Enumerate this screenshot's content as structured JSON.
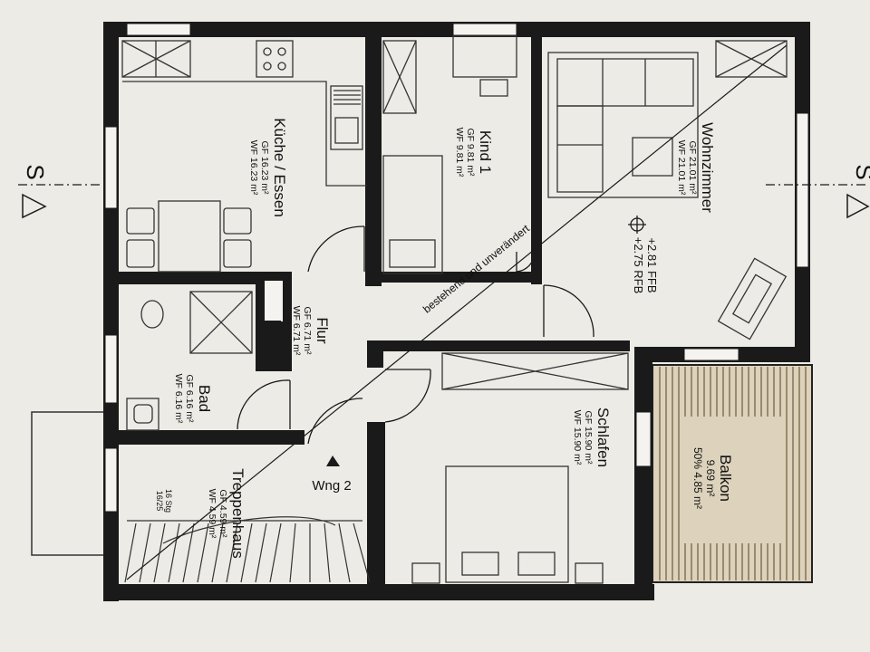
{
  "section_marker_left": "S",
  "section_marker_right": "S",
  "rooms": [
    {
      "name": "Küche / Essen",
      "gf": "GF 16.23 m²",
      "wf": "WF 16.23 m²"
    },
    {
      "name": "Kind 1",
      "gf": "GF 9.81 m²",
      "wf": "WF 9.81 m²"
    },
    {
      "name": "Wohnzimmer",
      "gf": "GF 21.01 m²",
      "wf": "WF 21.01 m²"
    },
    {
      "name": "Flur",
      "gf": "GF 6.71 m²",
      "wf": "WF 6.71 m²"
    },
    {
      "name": "Bad",
      "gf": "GF 6.16 m²",
      "wf": "WF 6.16 m²"
    },
    {
      "name": "Schlafen",
      "gf": "GF 15.90 m²",
      "wf": "WF 15.90 m²"
    },
    {
      "name": "Treppenhaus",
      "gf": "GF 4.59 m²",
      "wf": "WF 4.59 m²"
    }
  ],
  "balcony": {
    "name": "Balkon",
    "area": "9.69 m²",
    "half": "50% 4.85 m²"
  },
  "level_ffb": "+2.81 FFB",
  "level_rfb": "+2.75 RFB",
  "diagonal_note": "bestehend und unverändert",
  "unit_label": "Wng 2",
  "stair_steps": "16 Stg",
  "stair_ratio": "16/25",
  "colors": {
    "wall": "#1a1a1a",
    "paper": "#f4f3ef",
    "balcony_fill": "#ddd2bc",
    "background": "#cfcdc7"
  }
}
